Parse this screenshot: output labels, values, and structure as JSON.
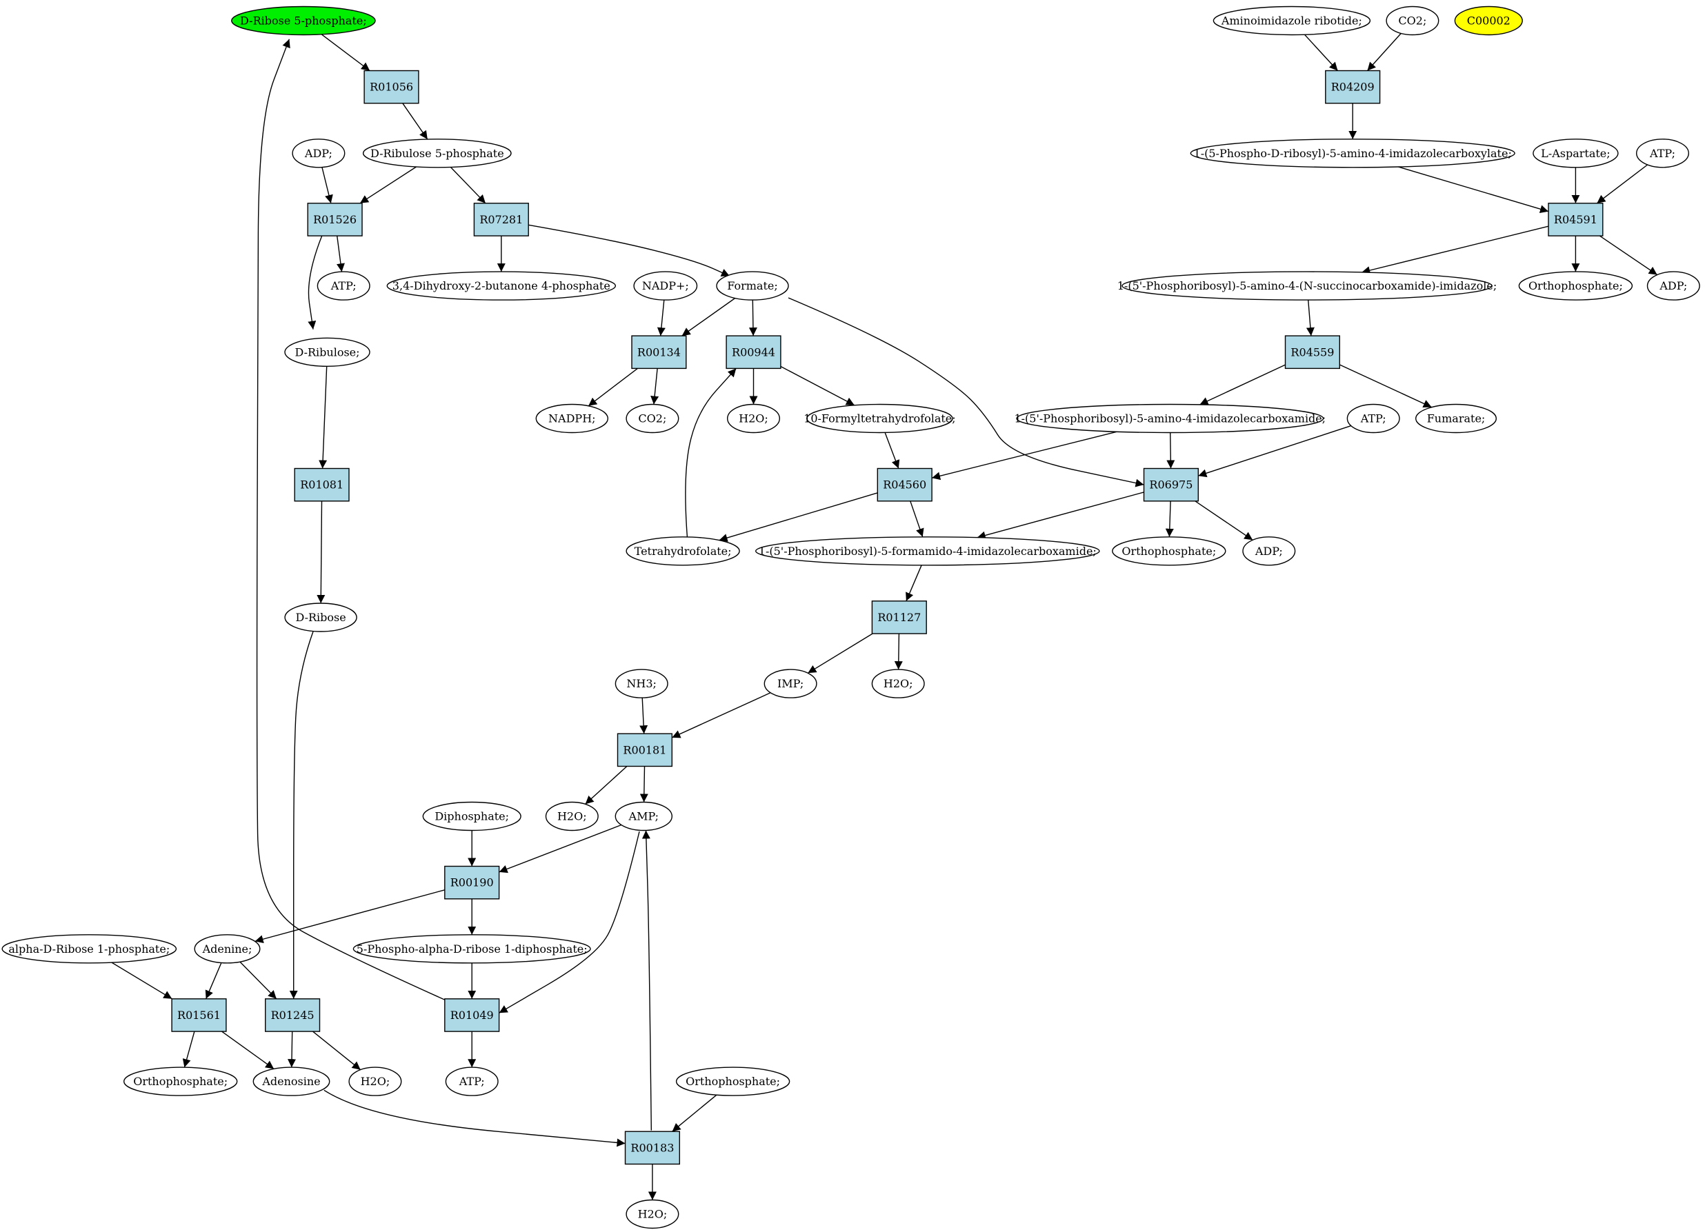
{
  "colors": {
    "reaction_fill": "#add8e6",
    "compound_fill": "#ffffff",
    "source_fill": "#00ee00",
    "highlight_fill": "#ffff00",
    "stroke": "#000000"
  },
  "graph": {
    "nodes": [
      {
        "id": "c_r5p",
        "type": "compound",
        "label": "D-Ribose 5-phosphate;",
        "style": "source"
      },
      {
        "id": "r01056",
        "type": "reaction",
        "label": "R01056"
      },
      {
        "id": "c_ru5p",
        "type": "compound",
        "label": "D-Ribulose 5-phosphate"
      },
      {
        "id": "c_adp1",
        "type": "compound",
        "label": "ADP;"
      },
      {
        "id": "r01526",
        "type": "reaction",
        "label": "R01526"
      },
      {
        "id": "r07281",
        "type": "reaction",
        "label": "R07281"
      },
      {
        "id": "c_atp1",
        "type": "compound",
        "label": "ATP;"
      },
      {
        "id": "c_dhbp",
        "type": "compound",
        "label": "3,4-Dihydroxy-2-butanone 4-phosphate"
      },
      {
        "id": "c_formate",
        "type": "compound",
        "label": "Formate;"
      },
      {
        "id": "c_nadp",
        "type": "compound",
        "label": "NADP+;"
      },
      {
        "id": "c_dribulose",
        "type": "compound",
        "label": "D-Ribulose;"
      },
      {
        "id": "r00134",
        "type": "reaction",
        "label": "R00134"
      },
      {
        "id": "r00944",
        "type": "reaction",
        "label": "R00944"
      },
      {
        "id": "c_nadph",
        "type": "compound",
        "label": "NADPH;"
      },
      {
        "id": "c_co2_1",
        "type": "compound",
        "label": "CO2;"
      },
      {
        "id": "c_h2o_1",
        "type": "compound",
        "label": "H2O;"
      },
      {
        "id": "c_10fthf",
        "type": "compound",
        "label": "10-Formyltetrahydrofolate;"
      },
      {
        "id": "r01081",
        "type": "reaction",
        "label": "R01081"
      },
      {
        "id": "r04560",
        "type": "reaction",
        "label": "R04560"
      },
      {
        "id": "c_thf",
        "type": "compound",
        "label": "Tetrahydrofolate;"
      },
      {
        "id": "c_faicar",
        "type": "compound",
        "label": "1-(5'-Phosphoribosyl)-5-formamido-4-imidazolecarboxamide;"
      },
      {
        "id": "c_dribose",
        "type": "compound",
        "label": "D-Ribose"
      },
      {
        "id": "r01127",
        "type": "reaction",
        "label": "R01127"
      },
      {
        "id": "c_nh3",
        "type": "compound",
        "label": "NH3;"
      },
      {
        "id": "c_imp",
        "type": "compound",
        "label": "IMP;"
      },
      {
        "id": "c_h2o_2",
        "type": "compound",
        "label": "H2O;"
      },
      {
        "id": "r00181",
        "type": "reaction",
        "label": "R00181"
      },
      {
        "id": "c_h2o_3",
        "type": "compound",
        "label": "H2O;"
      },
      {
        "id": "c_amp",
        "type": "compound",
        "label": "AMP;"
      },
      {
        "id": "c_ppi",
        "type": "compound",
        "label": "Diphosphate;"
      },
      {
        "id": "r00190",
        "type": "reaction",
        "label": "R00190"
      },
      {
        "id": "c_adenine",
        "type": "compound",
        "label": "Adenine;"
      },
      {
        "id": "c_prpp",
        "type": "compound",
        "label": "5-Phospho-alpha-D-ribose 1-diphosphate;"
      },
      {
        "id": "c_ar1p",
        "type": "compound",
        "label": "alpha-D-Ribose 1-phosphate;"
      },
      {
        "id": "r01561",
        "type": "reaction",
        "label": "R01561"
      },
      {
        "id": "r01245",
        "type": "reaction",
        "label": "R01245"
      },
      {
        "id": "r01049",
        "type": "reaction",
        "label": "R01049"
      },
      {
        "id": "c_pi_1",
        "type": "compound",
        "label": "Orthophosphate;"
      },
      {
        "id": "c_adenosine",
        "type": "compound",
        "label": "Adenosine"
      },
      {
        "id": "c_h2o_4",
        "type": "compound",
        "label": "H2O;"
      },
      {
        "id": "c_atp2",
        "type": "compound",
        "label": "ATP;"
      },
      {
        "id": "c_pi_2",
        "type": "compound",
        "label": "Orthophosphate;"
      },
      {
        "id": "r00183",
        "type": "reaction",
        "label": "R00183"
      },
      {
        "id": "c_h2o_5",
        "type": "compound",
        "label": "H2O;"
      },
      {
        "id": "c_air",
        "type": "compound",
        "label": "Aminoimidazole ribotide;"
      },
      {
        "id": "c_co2_2",
        "type": "compound",
        "label": "CO2;"
      },
      {
        "id": "c_c00002",
        "type": "compound",
        "label": "C00002",
        "style": "highlight"
      },
      {
        "id": "r04209",
        "type": "reaction",
        "label": "R04209"
      },
      {
        "id": "c_cair",
        "type": "compound",
        "label": "1-(5-Phospho-D-ribosyl)-5-amino-4-imidazolecarboxylate;"
      },
      {
        "id": "c_asp",
        "type": "compound",
        "label": "L-Aspartate;"
      },
      {
        "id": "c_atp3",
        "type": "compound",
        "label": "ATP;"
      },
      {
        "id": "r04591",
        "type": "reaction",
        "label": "R04591"
      },
      {
        "id": "c_saicar",
        "type": "compound",
        "label": "1-(5'-Phosphoribosyl)-5-amino-4-(N-succinocarboxamide)-imidazole;"
      },
      {
        "id": "c_pi_3",
        "type": "compound",
        "label": "Orthophosphate;"
      },
      {
        "id": "c_adp2",
        "type": "compound",
        "label": "ADP;"
      },
      {
        "id": "r04559",
        "type": "reaction",
        "label": "R04559"
      },
      {
        "id": "c_aicar",
        "type": "compound",
        "label": "1-(5'-Phosphoribosyl)-5-amino-4-imidazolecarboxamide;"
      },
      {
        "id": "c_atp4",
        "type": "compound",
        "label": "ATP;"
      },
      {
        "id": "c_fumarate",
        "type": "compound",
        "label": "Fumarate;"
      },
      {
        "id": "r06975",
        "type": "reaction",
        "label": "R06975"
      },
      {
        "id": "c_pi_4",
        "type": "compound",
        "label": "Orthophosphate;"
      },
      {
        "id": "c_adp3",
        "type": "compound",
        "label": "ADP;"
      }
    ],
    "edges": [
      [
        "c_r5p",
        "r01056"
      ],
      [
        "r01056",
        "c_ru5p"
      ],
      [
        "c_adp1",
        "r01526"
      ],
      [
        "c_ru5p",
        "r01526"
      ],
      [
        "c_ru5p",
        "r07281"
      ],
      [
        "r01526",
        "c_atp1"
      ],
      [
        "r01526",
        "c_dribulose"
      ],
      [
        "r07281",
        "c_dhbp"
      ],
      [
        "r07281",
        "c_formate"
      ],
      [
        "c_nadp",
        "r00134"
      ],
      [
        "c_formate",
        "r00134"
      ],
      [
        "c_formate",
        "r00944"
      ],
      [
        "c_formate",
        "r06975"
      ],
      [
        "r00134",
        "c_nadph"
      ],
      [
        "r00134",
        "c_co2_1"
      ],
      [
        "r00944",
        "c_h2o_1"
      ],
      [
        "r00944",
        "c_10fthf"
      ],
      [
        "c_thf",
        "r00944"
      ],
      [
        "c_dribulose",
        "r01081"
      ],
      [
        "r01081",
        "c_dribose"
      ],
      [
        "c_dribose",
        "r01245"
      ],
      [
        "c_10fthf",
        "r04560"
      ],
      [
        "c_aicar",
        "r04560"
      ],
      [
        "r04560",
        "c_thf"
      ],
      [
        "r04560",
        "c_faicar"
      ],
      [
        "c_faicar",
        "r01127"
      ],
      [
        "r01127",
        "c_imp"
      ],
      [
        "r01127",
        "c_h2o_2"
      ],
      [
        "c_nh3",
        "r00181"
      ],
      [
        "c_imp",
        "r00181"
      ],
      [
        "r00181",
        "c_h2o_3"
      ],
      [
        "r00181",
        "c_amp"
      ],
      [
        "c_ppi",
        "r00190"
      ],
      [
        "c_amp",
        "r00190"
      ],
      [
        "r00190",
        "c_adenine"
      ],
      [
        "r00190",
        "c_prpp"
      ],
      [
        "c_ar1p",
        "r01561"
      ],
      [
        "c_adenine",
        "r01561"
      ],
      [
        "c_adenine",
        "r01245"
      ],
      [
        "c_prpp",
        "r01049"
      ],
      [
        "c_amp",
        "r01049"
      ],
      [
        "r01561",
        "c_pi_1"
      ],
      [
        "r01561",
        "c_adenosine"
      ],
      [
        "r01245",
        "c_adenosine"
      ],
      [
        "r01245",
        "c_h2o_4"
      ],
      [
        "r01049",
        "c_atp2"
      ],
      [
        "r01049",
        "c_r5p"
      ],
      [
        "c_adenosine",
        "r00183"
      ],
      [
        "c_pi_2",
        "r00183"
      ],
      [
        "r00183",
        "c_h2o_5"
      ],
      [
        "r00183",
        "c_amp"
      ],
      [
        "c_air",
        "r04209"
      ],
      [
        "c_co2_2",
        "r04209"
      ],
      [
        "r04209",
        "c_cair"
      ],
      [
        "c_cair",
        "r04591"
      ],
      [
        "c_asp",
        "r04591"
      ],
      [
        "c_atp3",
        "r04591"
      ],
      [
        "r04591",
        "c_saicar"
      ],
      [
        "r04591",
        "c_pi_3"
      ],
      [
        "r04591",
        "c_adp2"
      ],
      [
        "c_saicar",
        "r04559"
      ],
      [
        "r04559",
        "c_aicar"
      ],
      [
        "r04559",
        "c_fumarate"
      ],
      [
        "c_aicar",
        "r06975"
      ],
      [
        "c_atp4",
        "r06975"
      ],
      [
        "r06975",
        "c_faicar"
      ],
      [
        "r06975",
        "c_pi_4"
      ],
      [
        "r06975",
        "c_adp3"
      ]
    ]
  }
}
